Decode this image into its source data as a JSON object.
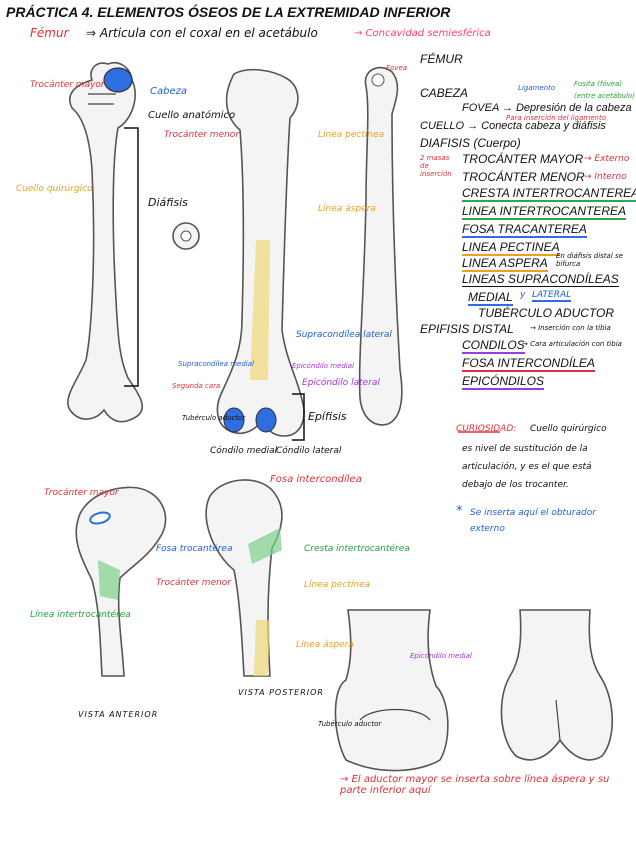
{
  "title": "PRÁCTICA 4. ELEMENTOS ÓSEOS DE LA EXTREMIDAD INFERIOR",
  "header": {
    "femur": "Fémur",
    "arrow_text": "⇒ Articula con el coxal en el acetábulo",
    "concavity": "→ Concavidad semiesférica"
  },
  "labels": {
    "trocanter_mayor": "Trocánter mayor",
    "cabeza": "Cabeza",
    "cuello_anatomico": "Cuello anatómico",
    "trocanter_menor": "Trocánter menor",
    "cuello_quirurgico": "Cuello quirúrgico",
    "diafisis": "Diáfisis",
    "linea_pectinea": "Línea pectínea",
    "linea_aspera": "Línea áspera",
    "fovea": "Fovea",
    "supracondilea_lateral": "Supracondílea lateral",
    "supracondilea_medial": "Supracondílea medial",
    "epicondilo_medial": "Epicóndilo medial",
    "epicondilo_lateral": "Epicóndilo lateral",
    "segunda_cara": "Segunda cara",
    "tuberculo_aductor": "Tubérculo aductor",
    "epifisis": "Epífisis",
    "condilo_medial": "Cóndilo medial",
    "condilo_lateral": "Cóndilo lateral",
    "fosa_intercondilea": "Fosa intercondílea",
    "trocanter_mayor_2": "Trocánter mayor",
    "fosa_trocanterea": "Fosa trocantérea",
    "trocanter_menor_2": "Trocánter menor",
    "linea_intertrocanterea": "Línea intertrocantérea",
    "cresta_intertrocanterea": "Cresta intertrocantérea",
    "linea_pectinea_2": "Línea pectínea",
    "linea_aspera_2": "Línea áspera",
    "vista_anterior": "VISTA ANTERIOR",
    "vista_posterior": "VISTA POSTERIOR",
    "epicondilo_medial_2": "Epicóndilo medial",
    "tuberculo_aductor_2": "Tubérculo aductor",
    "aductor_note": "→ El aductor mayor se inserta sobre línea áspera y su parte inferior aquí"
  },
  "list": {
    "femur": "FÉMUR",
    "cabeza": "CABEZA",
    "ligamento": "Ligamento",
    "fosita": "Fosita (fóvea)",
    "fosita_2": "(entre acetábulo)",
    "fovea": "FOVEA → Depresión de la cabeza",
    "fovea_note": "Para inserción del ligamento",
    "cuello": "CUELLO → Conecta cabeza y diáfisis",
    "diafisis": "DIAFISIS (Cuerpo)",
    "dos_masas": "2 masas de inserción",
    "trocanter_mayor": "TROCÁNTER MAYOR",
    "externo": "→ Externo",
    "trocanter_menor": "TROCÁNTER MENOR",
    "interno": "→ Interno",
    "cresta": "CRESTA INTERTROCANTEREA",
    "linea_inter": "LINEA INTERTROCANTEREA",
    "fosa": "FOSA TRACANTEREA",
    "pectinea": "LINEA PECTINEA",
    "aspera": "LINEA ASPERA",
    "aspera_note": "En diáfisis distal se bifurca",
    "supracondileas": "LINEAS SUPRACONDÍLEAS",
    "medial": "MEDIAL",
    "y": "y",
    "lateral": "LATERAL",
    "tuberculo": "TUBÉRCULO ADUCTOR",
    "epifisis": "EPIFISIS DISTAL",
    "insercion": "→ Inserción con la tibia",
    "condilos": "CONDILOS",
    "cara_art": "→ Cara articulación con tibia",
    "fosa_inter": "FOSA INTERCONDÍLEA",
    "epicondilos": "EPICÓNDILOS"
  },
  "curiosidad": {
    "label": "CURIOSIDAD:",
    "text1": "Cuello quirúrgico",
    "text2": "es nivel de sustitución de la",
    "text3": "articulación, y es el que está",
    "text4": "debajo de los trocanter."
  },
  "note": {
    "star": "*",
    "text1": "Se inserta aquí el obturador",
    "text2": "externo"
  },
  "colors": {
    "red": "#e0303a",
    "blue": "#1f5fd6",
    "green": "#27a33a",
    "orange": "#e8a21c",
    "purple": "#a634d8",
    "bone_fill": "#f4f4f4",
    "highlight_blue": "#2f6ee0",
    "highlight_yellow": "#f0d878",
    "highlight_green": "#7ed08a"
  }
}
